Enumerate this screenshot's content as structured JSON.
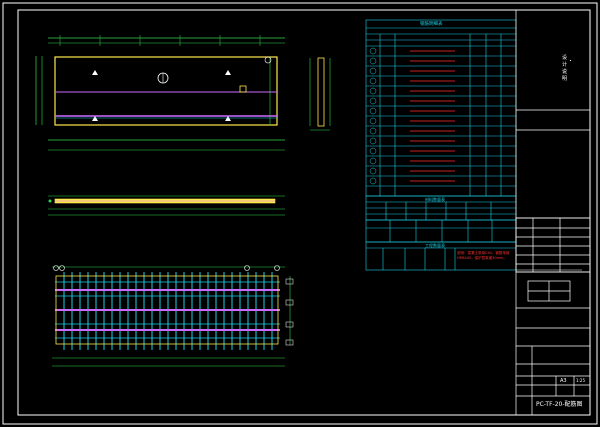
{
  "colors": {
    "background": "#000000",
    "frame": "#ffffff",
    "dimension": "#2fd94a",
    "slab_edge": "#ffe84a",
    "rebar_main": "#cc6bff",
    "rebar_cyan": "#19d0e6",
    "table_line": "#19d0e6",
    "note_red": "#ff3030"
  },
  "title_block": {
    "drawing_title": "PC-TF-20-配筋图",
    "sheet_no": "A3",
    "scale_label": "1:25",
    "side_note": "设计说明"
  },
  "tables": {
    "rebar_header": "钢筋明细表",
    "material_header": "材料数量表",
    "quantity_header": "工程数量表",
    "note_text": "说明：混凝土采用C40，钢筋采用HRB400，保护层厚度30mm。"
  },
  "icons": [
    "section-symbol-icon",
    "detail-marker-icon",
    "north-arrow-icon"
  ]
}
